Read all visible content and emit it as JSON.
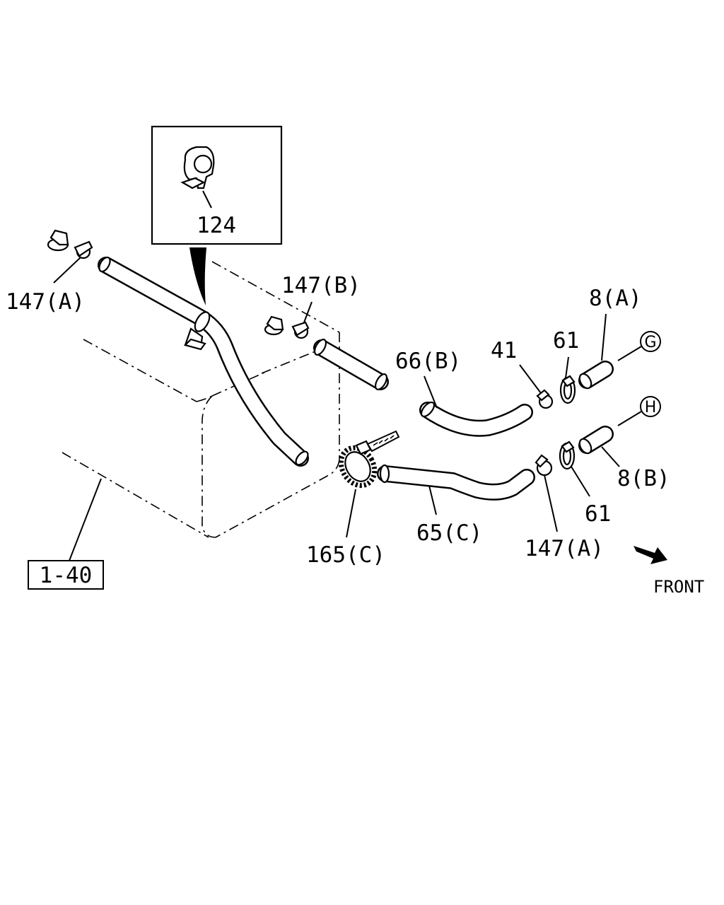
{
  "callouts": {
    "inset_clip": "124",
    "clamp_left": "147(A)",
    "clamp_top": "147(B)",
    "hose_b": "66(B)",
    "clip_41": "41",
    "clamp_61_top": "61",
    "pipe_8a": "8(A)",
    "circle_g": "G",
    "circle_h": "H",
    "pipe_8b": "8(B)",
    "clamp_61_bottom": "61",
    "clamp_147a_right": "147(A)",
    "hose_c": "65(C)",
    "band_165c": "165(C)",
    "tank_ref": "1-40"
  },
  "direction": {
    "label": "FRONT"
  }
}
